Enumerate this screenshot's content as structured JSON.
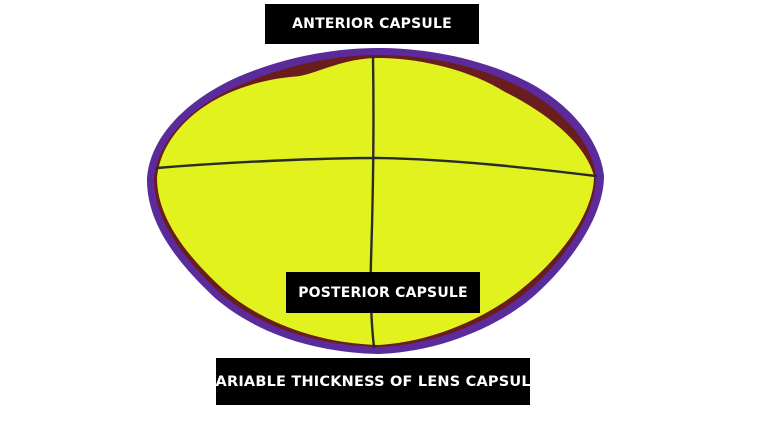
{
  "labels": {
    "anterior": "ANTERIOR CAPSULE",
    "posterior": "POSTERIOR CAPSULE",
    "caption": "VARIABLE THICKNESS OF LENS CAPSULE"
  },
  "colors": {
    "lens_fill": "#e2f21f",
    "capsule": "#5b2a9b",
    "capsule_inner_edge": "#6a1d1d",
    "axis_lines": "#2b2b2b",
    "label_background": "#000000",
    "label_text": "#ffffff"
  }
}
